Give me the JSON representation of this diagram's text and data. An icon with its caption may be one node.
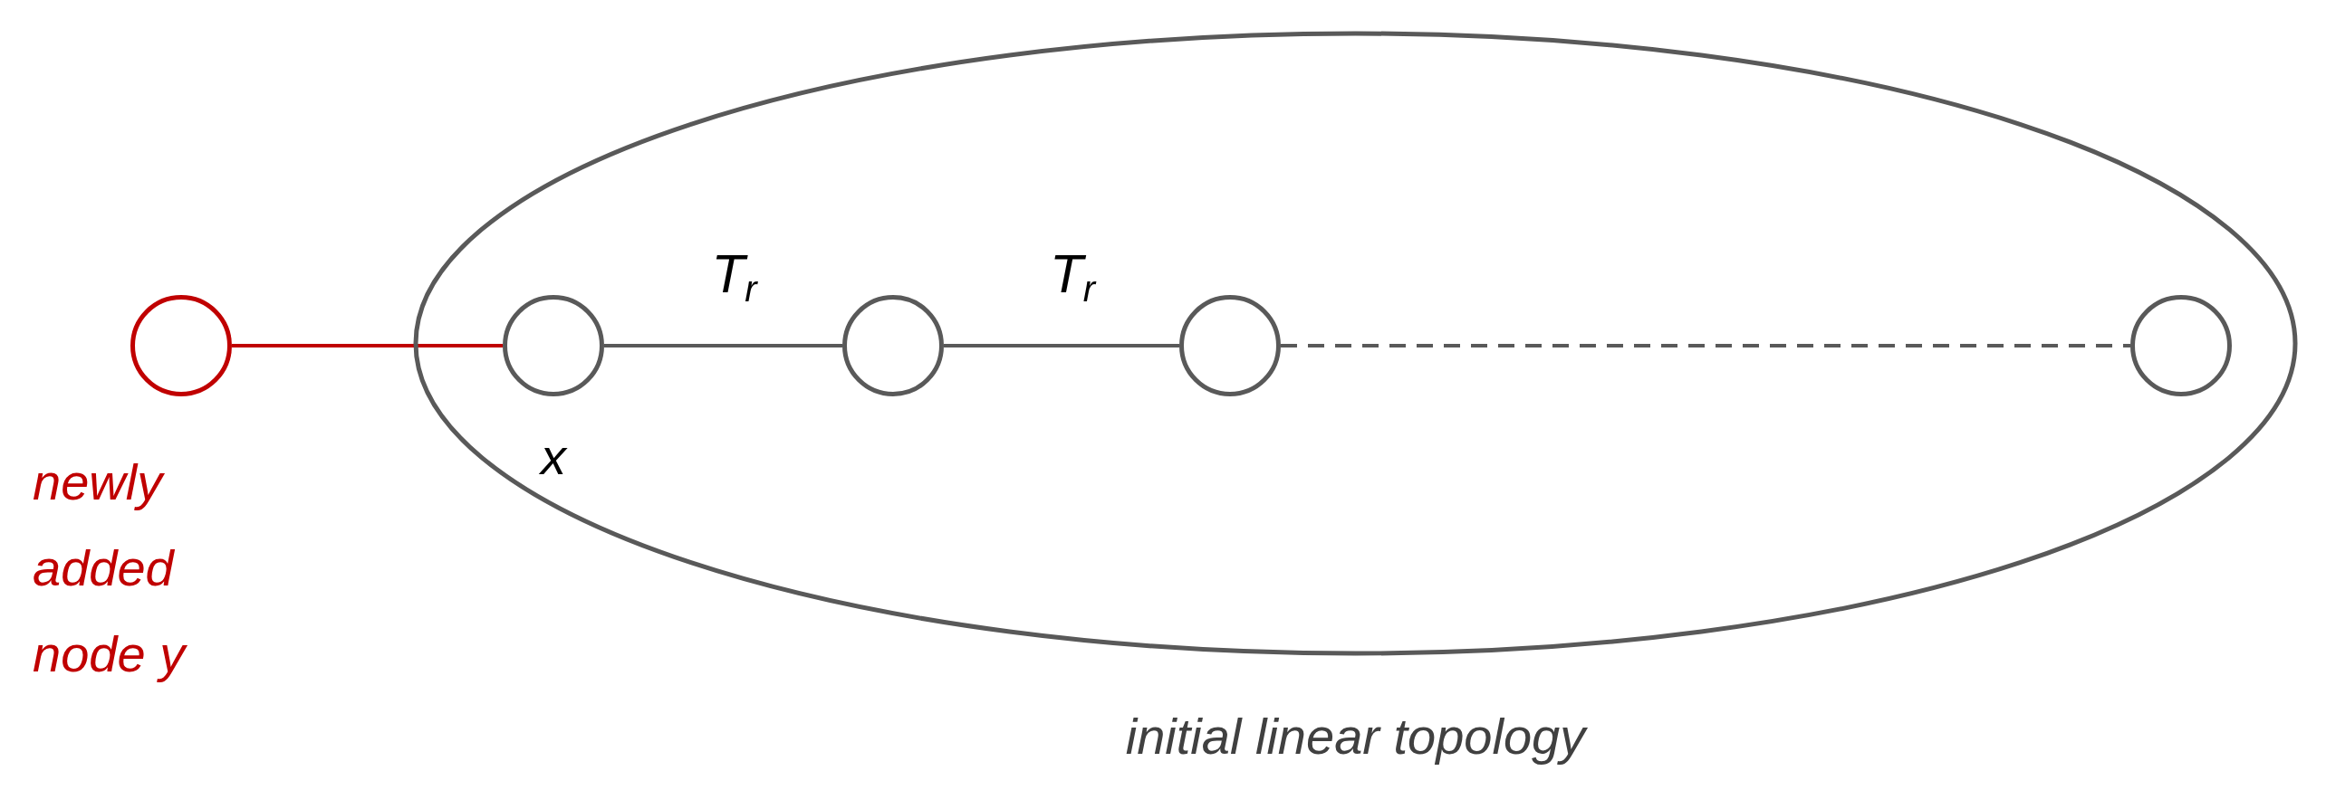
{
  "diagram": {
    "nodes": [
      {
        "text": [
          "initial linear topology"
        ]
      },
      {
        "text": [],
        "shape": "circle",
        "beside": [
          "newly added node y"
        ]
      },
      {
        "text": [],
        "shape": "circle",
        "in": 0,
        "beside": [
          "x"
        ]
      },
      {
        "text": [],
        "shape": "circle",
        "in": 0
      },
      {
        "text": [],
        "shape": "circle",
        "in": 0
      },
      {
        "text": [],
        "shape": "circle",
        "in": 0
      }
    ],
    "edges": [
      {
        "from": 1,
        "to": 2,
        "arrow": "none",
        "color": "#c00000"
      },
      {
        "from": 2,
        "to": 3,
        "arrow": "none",
        "label": "T$_{r}$"
      },
      {
        "from": 3,
        "to": 4,
        "arrow": "none",
        "label": "T$_{r}$"
      },
      {
        "from": 4,
        "to": 5,
        "arrow": "none",
        "style": "dashed"
      }
    ]
  }
}
